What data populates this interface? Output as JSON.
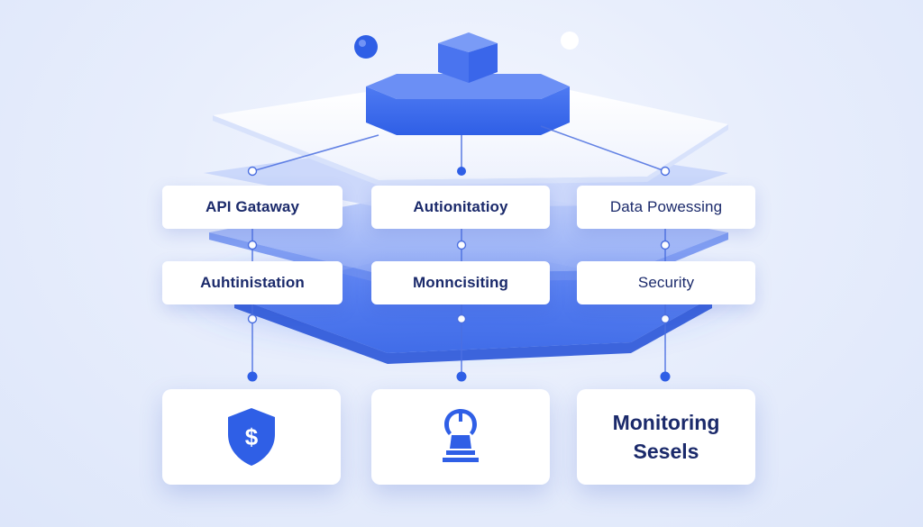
{
  "nodes": {
    "api_gateway": "API Gataway",
    "authentication_top": "Autionitatioy",
    "data_processing": "Data Powessing",
    "authentication_mid": "Auhtinistation",
    "monitoring_mid": "Monncisiting",
    "security": "Security"
  },
  "bottom": {
    "left_icon": "shield-dollar-icon",
    "center_icon": "wrench-stand-icon",
    "right_line1": "Monitoring",
    "right_line2": "Sesels"
  },
  "colors": {
    "accent": "#2f5fe6",
    "text": "#1b2a6b",
    "panel": "#ffffff"
  }
}
